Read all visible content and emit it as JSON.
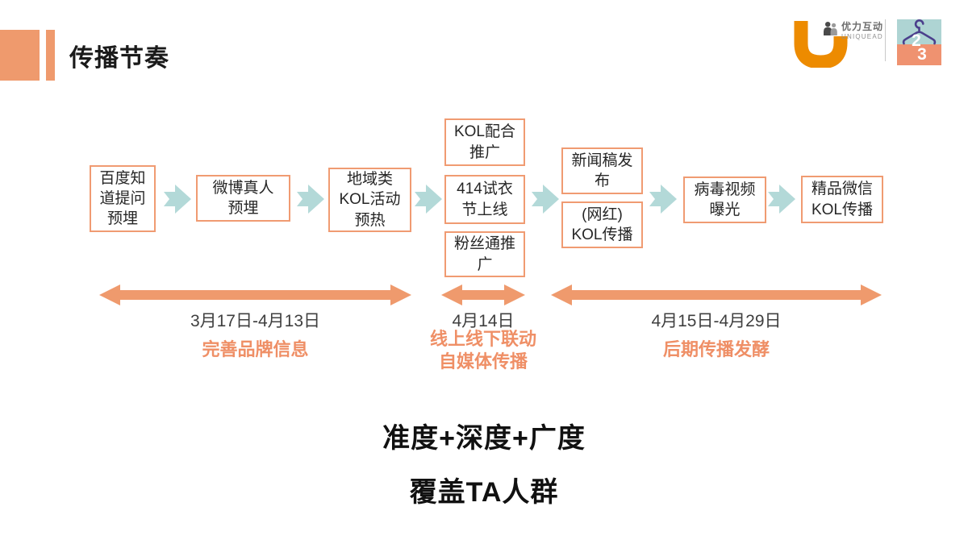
{
  "header": {
    "title": "传播节奏"
  },
  "brand": {
    "company_cn": "优力互动",
    "company_en": "UNIQUEAD",
    "badge_digit_top": "2",
    "badge_digit_bottom": "3"
  },
  "colors": {
    "orange_shape": "#ef9a6d",
    "orange_text": "#ef8f66",
    "box_border": "#f09b72",
    "teal_arrow": "#b3d9d8",
    "u_logo_orange": "#ed8b00"
  },
  "flow_boxes": [
    {
      "label": "百度知\n道提问\n预埋"
    },
    {
      "label": "微博真人\n预埋"
    },
    {
      "label": "地域类\nKOL活动\n预热"
    },
    {
      "label": "KOL配合\n推广"
    },
    {
      "label": "414试衣\n节上线"
    },
    {
      "label": "粉丝通推\n广"
    },
    {
      "label": "新闻稿发\n布"
    },
    {
      "label": "(网红)\nKOL传播"
    },
    {
      "label": "病毒视频\n曝光"
    },
    {
      "label": "精品微信\nKOL传播"
    }
  ],
  "timeline": [
    {
      "date": "3月17日-4月13日",
      "phase": "完善品牌信息"
    },
    {
      "date": "4月14日",
      "phase": "线上线下联动\n自媒体传播"
    },
    {
      "date": "4月15日-4月29日",
      "phase": "后期传播发酵"
    }
  ],
  "summary": {
    "line1": "准度+深度+广度",
    "line2": "覆盖TA人群"
  }
}
